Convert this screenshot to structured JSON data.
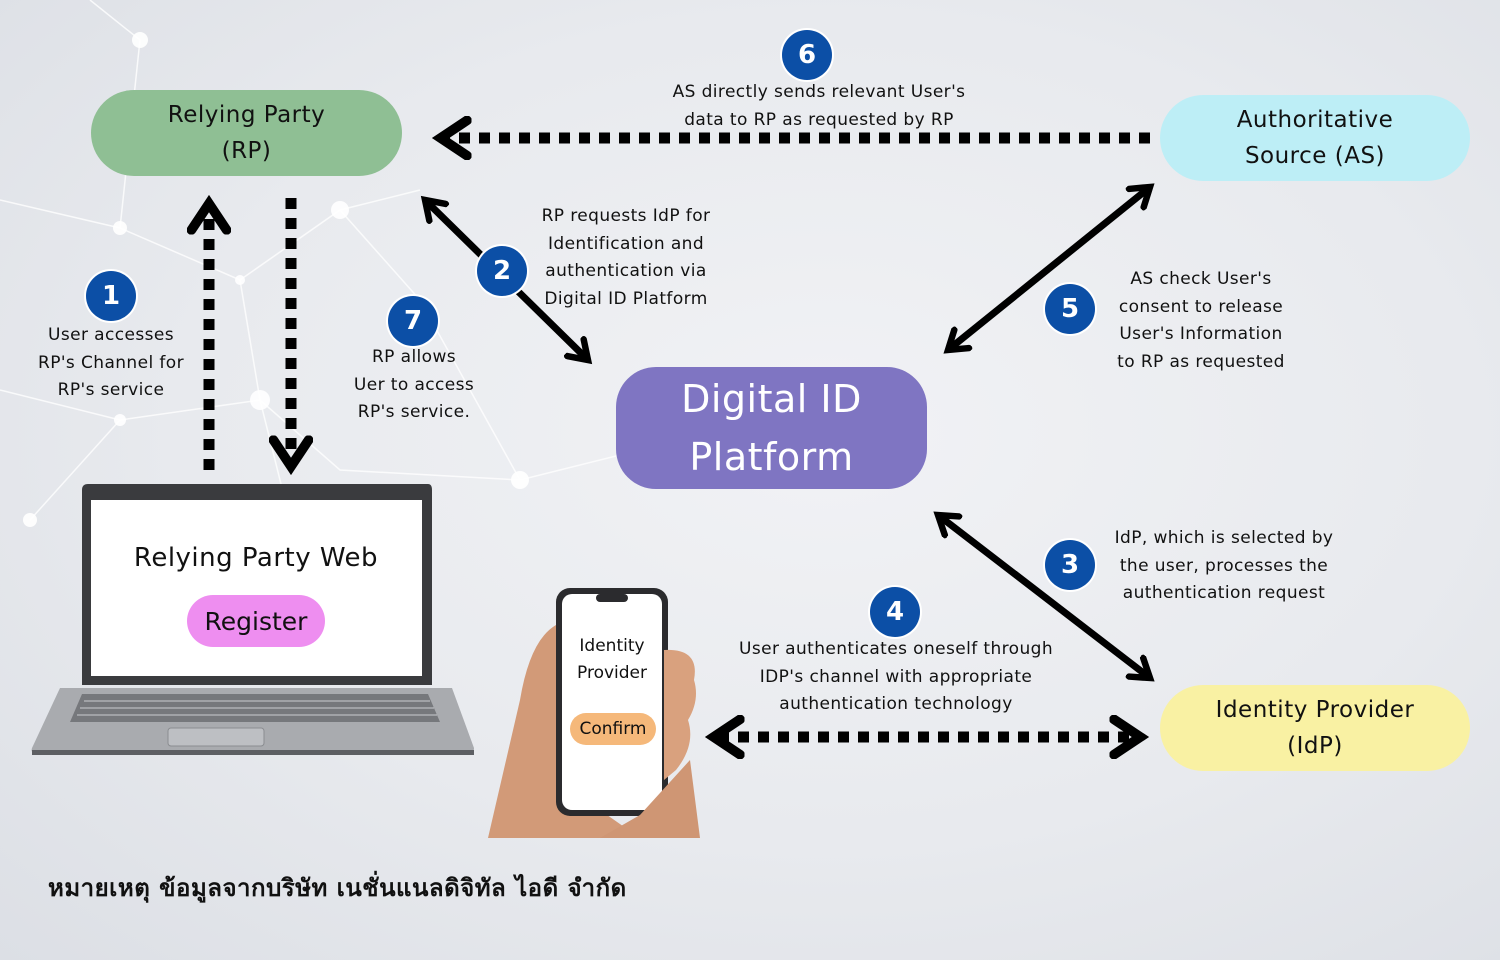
{
  "nodes": {
    "relying_party": {
      "line1": "Relying Party",
      "line2": "(RP)"
    },
    "authoritative_source": {
      "line1": "Authoritative",
      "line2": "Source (AS)"
    },
    "identity_provider": {
      "line1": "Identity Provider",
      "line2": "(IdP)"
    },
    "digital_id_platform": {
      "line1": "Digital ID",
      "line2": "Platform"
    }
  },
  "steps": [
    {
      "number": "1",
      "lines": [
        "User accesses",
        "RP's Channel for",
        "RP's service"
      ]
    },
    {
      "number": "2",
      "lines": [
        "RP requests IdP for",
        "Identification and",
        "authentication via",
        "Digital ID Platform"
      ]
    },
    {
      "number": "3",
      "lines": [
        "IdP, which is selected by",
        "the user, processes the",
        "authentication request"
      ]
    },
    {
      "number": "4",
      "lines": [
        "User authenticates oneself through",
        "IDP's channel with appropriate",
        "authentication technology"
      ]
    },
    {
      "number": "5",
      "lines": [
        "AS check User's",
        "consent to release",
        "User's Information",
        "to RP as requested"
      ]
    },
    {
      "number": "6",
      "lines": [
        "AS directly sends relevant User's",
        "data to RP as requested by RP"
      ]
    },
    {
      "number": "7",
      "lines": [
        "RP allows",
        "Uer to access",
        "RP's service."
      ]
    }
  ],
  "laptop": {
    "title": "Relying Party Web",
    "button": "Register"
  },
  "phone": {
    "line1": "Identity",
    "line2": "Provider",
    "button": "Confirm"
  },
  "note": "หมายเหตุ  ข้อมูลจากบริษัท เนชั่นแนลดิจิทัล ไอดี จำกัด",
  "colors": {
    "rp": "#8fbf94",
    "as": "#bdeef6",
    "idp": "#f9f1a3",
    "platform": "#7f75c2",
    "badge": "#0c4fa6",
    "register": "#ee8ef0",
    "confirm": "#f5b87a"
  }
}
